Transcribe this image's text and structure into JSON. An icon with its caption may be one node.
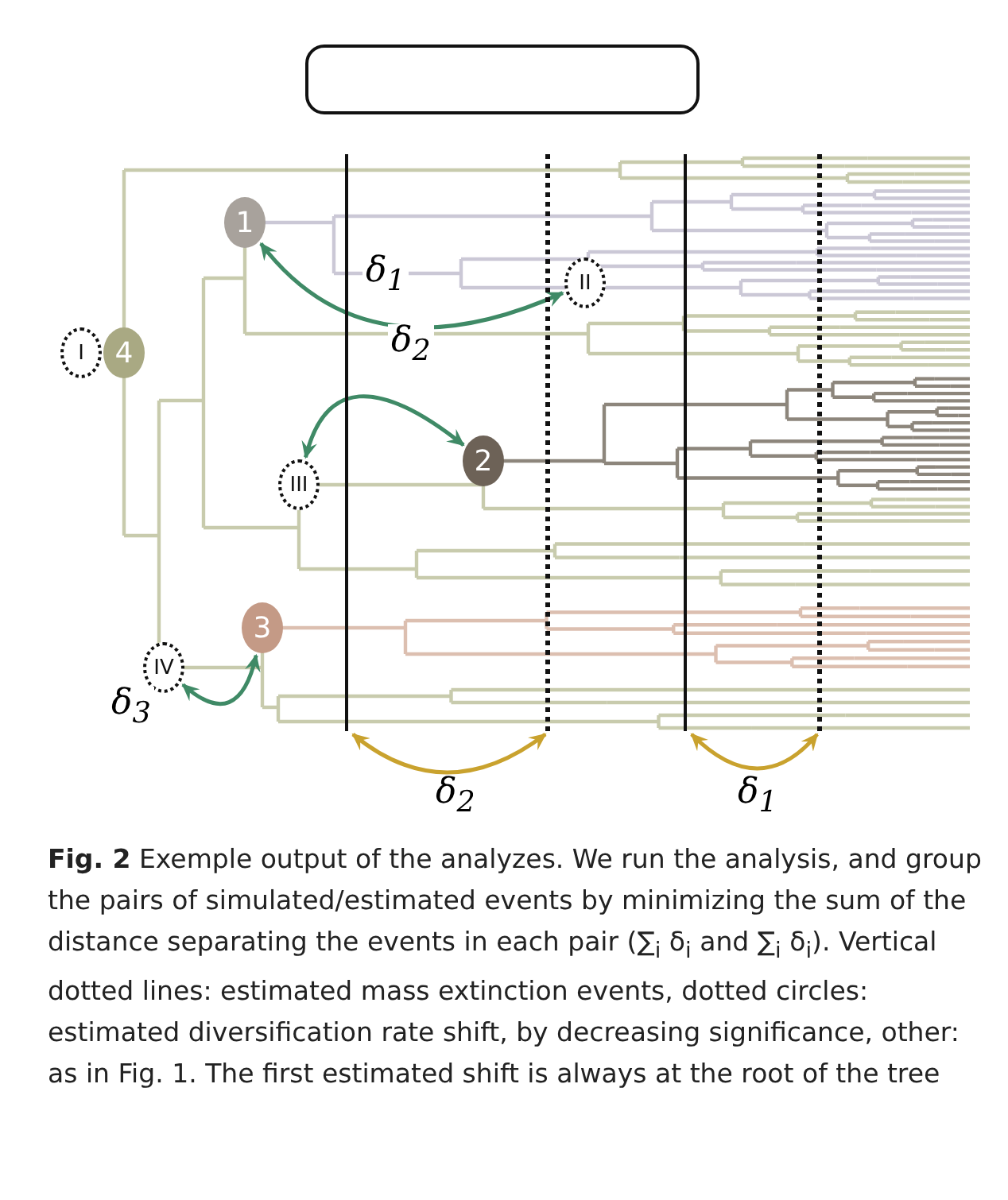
{
  "diagram": {
    "caption": "**Fig. 2** Exemple output of the analyzes. We run the analysis, and group the pairs of simulated/estimated events by minimizing the sum of the distance separating the events in each pair (∑$_{i}$ δ$_{i}$ and ∑$_{i}$ δ$_{i}$). Vertical dotted lines: estimated mass extinction events, dotted circles: estimated diversification rate shift, by decreasing significance, other: as in Fig. 1. The first estimated shift is always at the root of the tree",
    "nodes": [
      {
        "text": [],
        "shape": "box"
      },
      {
        "text": [
          "1"
        ]
      },
      {
        "text": [
          "II"
        ]
      },
      {
        "text": [
          "I"
        ]
      },
      {
        "text": [
          "4"
        ]
      },
      {
        "text": [
          "2"
        ]
      },
      {
        "text": [
          "III"
        ]
      },
      {
        "text": [
          "3"
        ]
      },
      {
        "text": [
          "IV"
        ]
      },
      {
        "text": [],
        "shape": "bar"
      },
      {
        "text": [],
        "shape": "bar"
      },
      {
        "text": [],
        "shape": "bar"
      },
      {
        "text": [],
        "shape": "bar"
      }
    ],
    "edges": [
      {
        "from": 1,
        "to": 2,
        "arrow": "both",
        "label": "δ$_{1}$"
      },
      {
        "from": 6,
        "to": 5,
        "arrow": "both",
        "label": "δ$_{2}$"
      },
      {
        "from": 8,
        "to": 7,
        "arrow": "both",
        "label": "δ$_{3}$"
      },
      {
        "from": 9,
        "to": 10,
        "arrow": "both",
        "label": "δ$_{2}$",
        "color": "#c9a22e"
      },
      {
        "from": 11,
        "to": 12,
        "arrow": "both",
        "label": "δ$_{1}$",
        "color": "#c9a22e"
      }
    ]
  }
}
